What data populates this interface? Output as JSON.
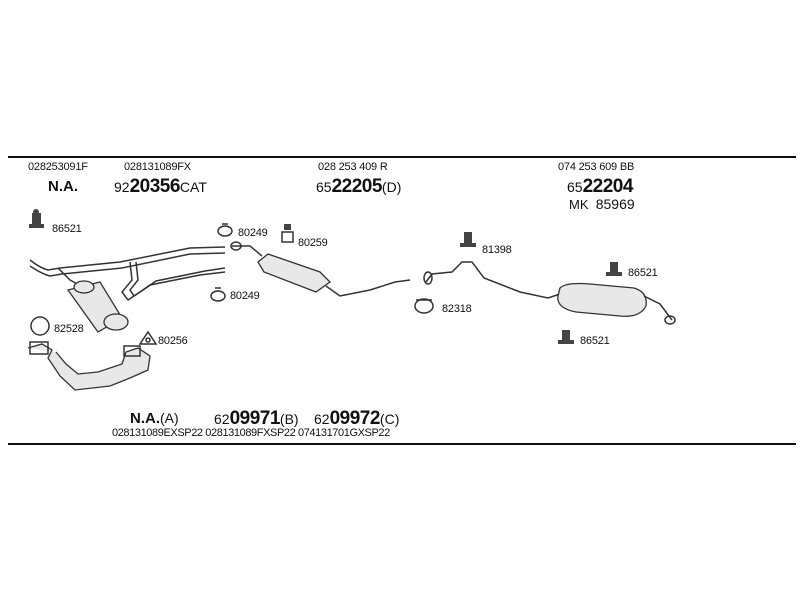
{
  "header_refs": {
    "r1": "028253091F",
    "r2": "028131089FX",
    "r3": "028 253 409 R",
    "r4": "074 253 609 BB"
  },
  "header_parts": {
    "na": "N.A.",
    "p2_prefix": "92",
    "p2_main": "20356",
    "p2_suffix": "CAT",
    "p3_prefix": "65",
    "p3_main": "22205",
    "p3_suffix": "(D)",
    "p4_prefix": "65",
    "p4_main": "22204",
    "mk_label": "MK",
    "mk_value": "85969"
  },
  "callouts": {
    "c1": "86521",
    "c2": "80249",
    "c3": "80259",
    "c4": "80249",
    "c5": "82528",
    "c6": "80256",
    "c7": "81398",
    "c8": "82318",
    "c9": "86521",
    "c10": "86521"
  },
  "footer_parts": {
    "na": "N.A.",
    "na_suffix": "(A)",
    "b_prefix": "62",
    "b_main": "09971",
    "b_suffix": "(B)",
    "c_prefix": "62",
    "c_main": "09972",
    "c_suffix": "(C)"
  },
  "footer_refs": {
    "text": "028131089EXSP22 028131089FXSP22 074131701GXSP22"
  }
}
